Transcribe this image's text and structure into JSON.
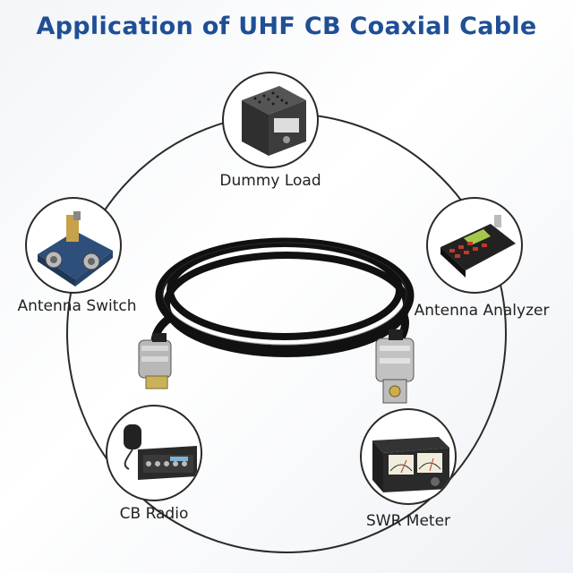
{
  "title": "Application of UHF CB Coaxial Cable",
  "nodes": {
    "dummy_load": "Dummy Load",
    "antenna_switch": "Antenna Switch",
    "antenna_analyzer": "Antenna Analyzer",
    "cb_radio": "CB Radio",
    "swr_meter": "SWR Meter"
  },
  "colors": {
    "title": "#1f4f95",
    "ring": "#2a2a2a",
    "cable": "#111111"
  }
}
